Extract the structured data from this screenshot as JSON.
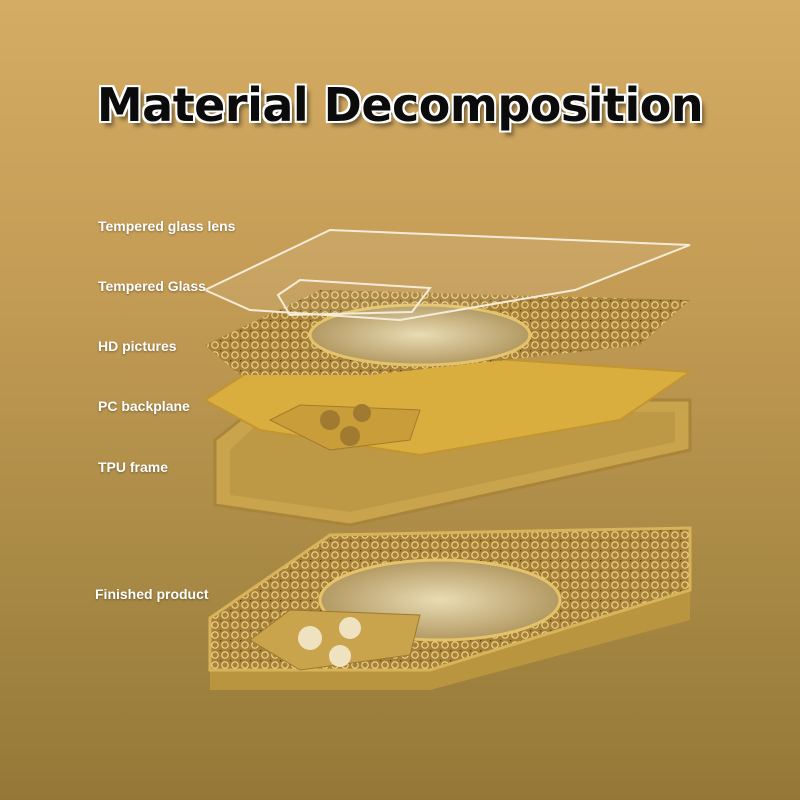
{
  "title": "Material Decomposition",
  "labels": {
    "lens": "Tempered glass lens",
    "glass": "Tempered Glass",
    "hd": "HD pictures",
    "pc": "PC backplane",
    "tpu": "TPU frame",
    "finished": "Finished product"
  },
  "colors": {
    "gold": "#c9a24a",
    "frame": "#b8963e",
    "pattern": "#8a6a2a"
  }
}
